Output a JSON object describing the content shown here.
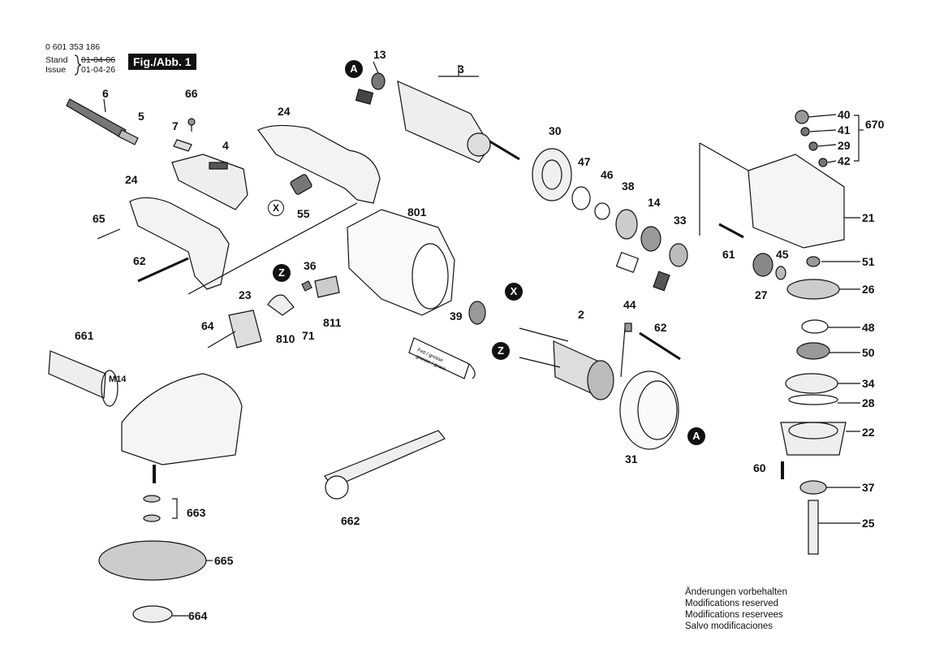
{
  "header": {
    "part_number": "0 601 353 186",
    "stand_label": "Stand",
    "issue_label": "Issue",
    "stand_date": "01-04-06",
    "issue_date": "01-04-26",
    "figure": "Fig./Abb. 1"
  },
  "callouts": {
    "A": "A",
    "X": "X",
    "Z": "Z"
  },
  "labels": {
    "p2": "2",
    "p3": "3",
    "p4": "4",
    "p5": "5",
    "p6": "6",
    "p7": "7",
    "p13": "13",
    "p14": "14",
    "p21": "21",
    "p22": "22",
    "p23": "23",
    "p24a": "24",
    "p24b": "24",
    "p25": "25",
    "p26": "26",
    "p27": "27",
    "p28": "28",
    "p29": "29",
    "p30": "30",
    "p31": "31",
    "p33": "33",
    "p34": "34",
    "p36": "36",
    "p37": "37",
    "p38": "38",
    "p39": "39",
    "p40": "40",
    "p41": "41",
    "p42": "42",
    "p44": "44",
    "p45": "45",
    "p46": "46",
    "p47": "47",
    "p48": "48",
    "p50": "50",
    "p51": "51",
    "p55": "55",
    "p60": "60",
    "p61": "61",
    "p62a": "62",
    "p62b": "62",
    "p64": "64",
    "p65": "65",
    "p66": "66",
    "p71": "71",
    "p661": "661",
    "p662": "662",
    "p663": "663",
    "p664": "664",
    "p665": "665",
    "p670": "670",
    "p801": "801",
    "p810": "810",
    "p811": "811",
    "m14": "M14"
  },
  "grease_tube_text": [
    "Fett / grease",
    "graisse / grasa"
  ],
  "notes": [
    "Änderungen vorbehalten",
    "Modifications reserved",
    "Modifications reservees",
    "Salvo modificaciones"
  ]
}
